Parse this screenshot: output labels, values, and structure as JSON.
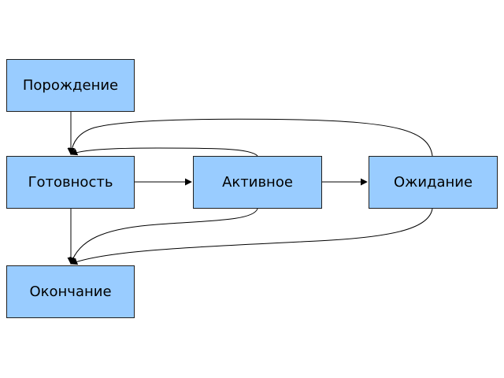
{
  "colors": {
    "node_fill": "#99ccff",
    "node_border": "#1f1f1f",
    "edge": "#000000",
    "background": "#ffffff"
  },
  "nodes": {
    "spawn": "Порождение",
    "ready": "Готовность",
    "active": "Активное",
    "wait": "Ожидание",
    "finish": "Окончание"
  },
  "edges": [
    {
      "from": "Порождение",
      "to": "Готовность"
    },
    {
      "from": "Готовность",
      "to": "Активное"
    },
    {
      "from": "Активное",
      "to": "Ожидание"
    },
    {
      "from": "Активное",
      "to": "Готовность"
    },
    {
      "from": "Ожидание",
      "to": "Готовность"
    },
    {
      "from": "Готовность",
      "to": "Окончание"
    },
    {
      "from": "Активное",
      "to": "Окончание"
    },
    {
      "from": "Ожидание",
      "to": "Окончание"
    }
  ]
}
